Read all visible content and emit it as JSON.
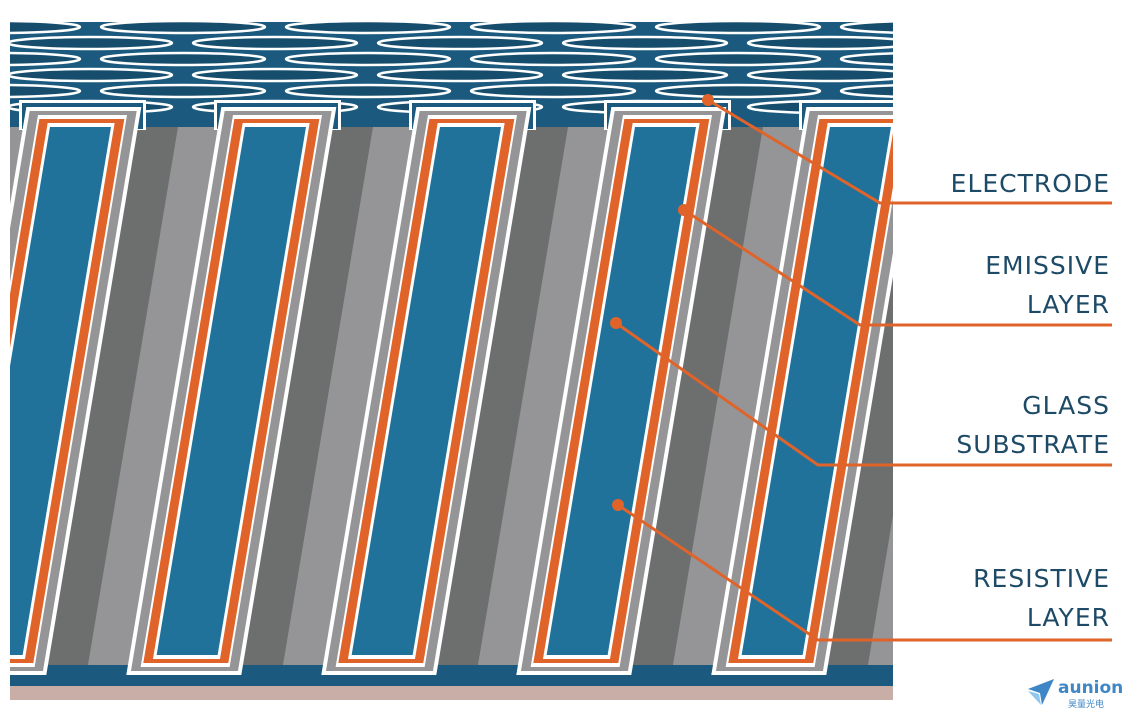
{
  "labels": {
    "electrode": [
      "ELECTRODE"
    ],
    "emissive": [
      "EMISSIVE",
      "LAYER"
    ],
    "glass": [
      "GLASS",
      "SUBSTRATE"
    ],
    "resistive": [
      "RESISTIVE",
      "LAYER"
    ]
  },
  "logo": {
    "name": "aunion",
    "subtitle": "昊量光电"
  },
  "colors": {
    "blue": "#21729b",
    "dark_blue": "#1b5a7e",
    "orange": "#e0642a",
    "gray": "#959597",
    "dark_gray": "#6d6e6e",
    "text": "#1d4a66"
  }
}
